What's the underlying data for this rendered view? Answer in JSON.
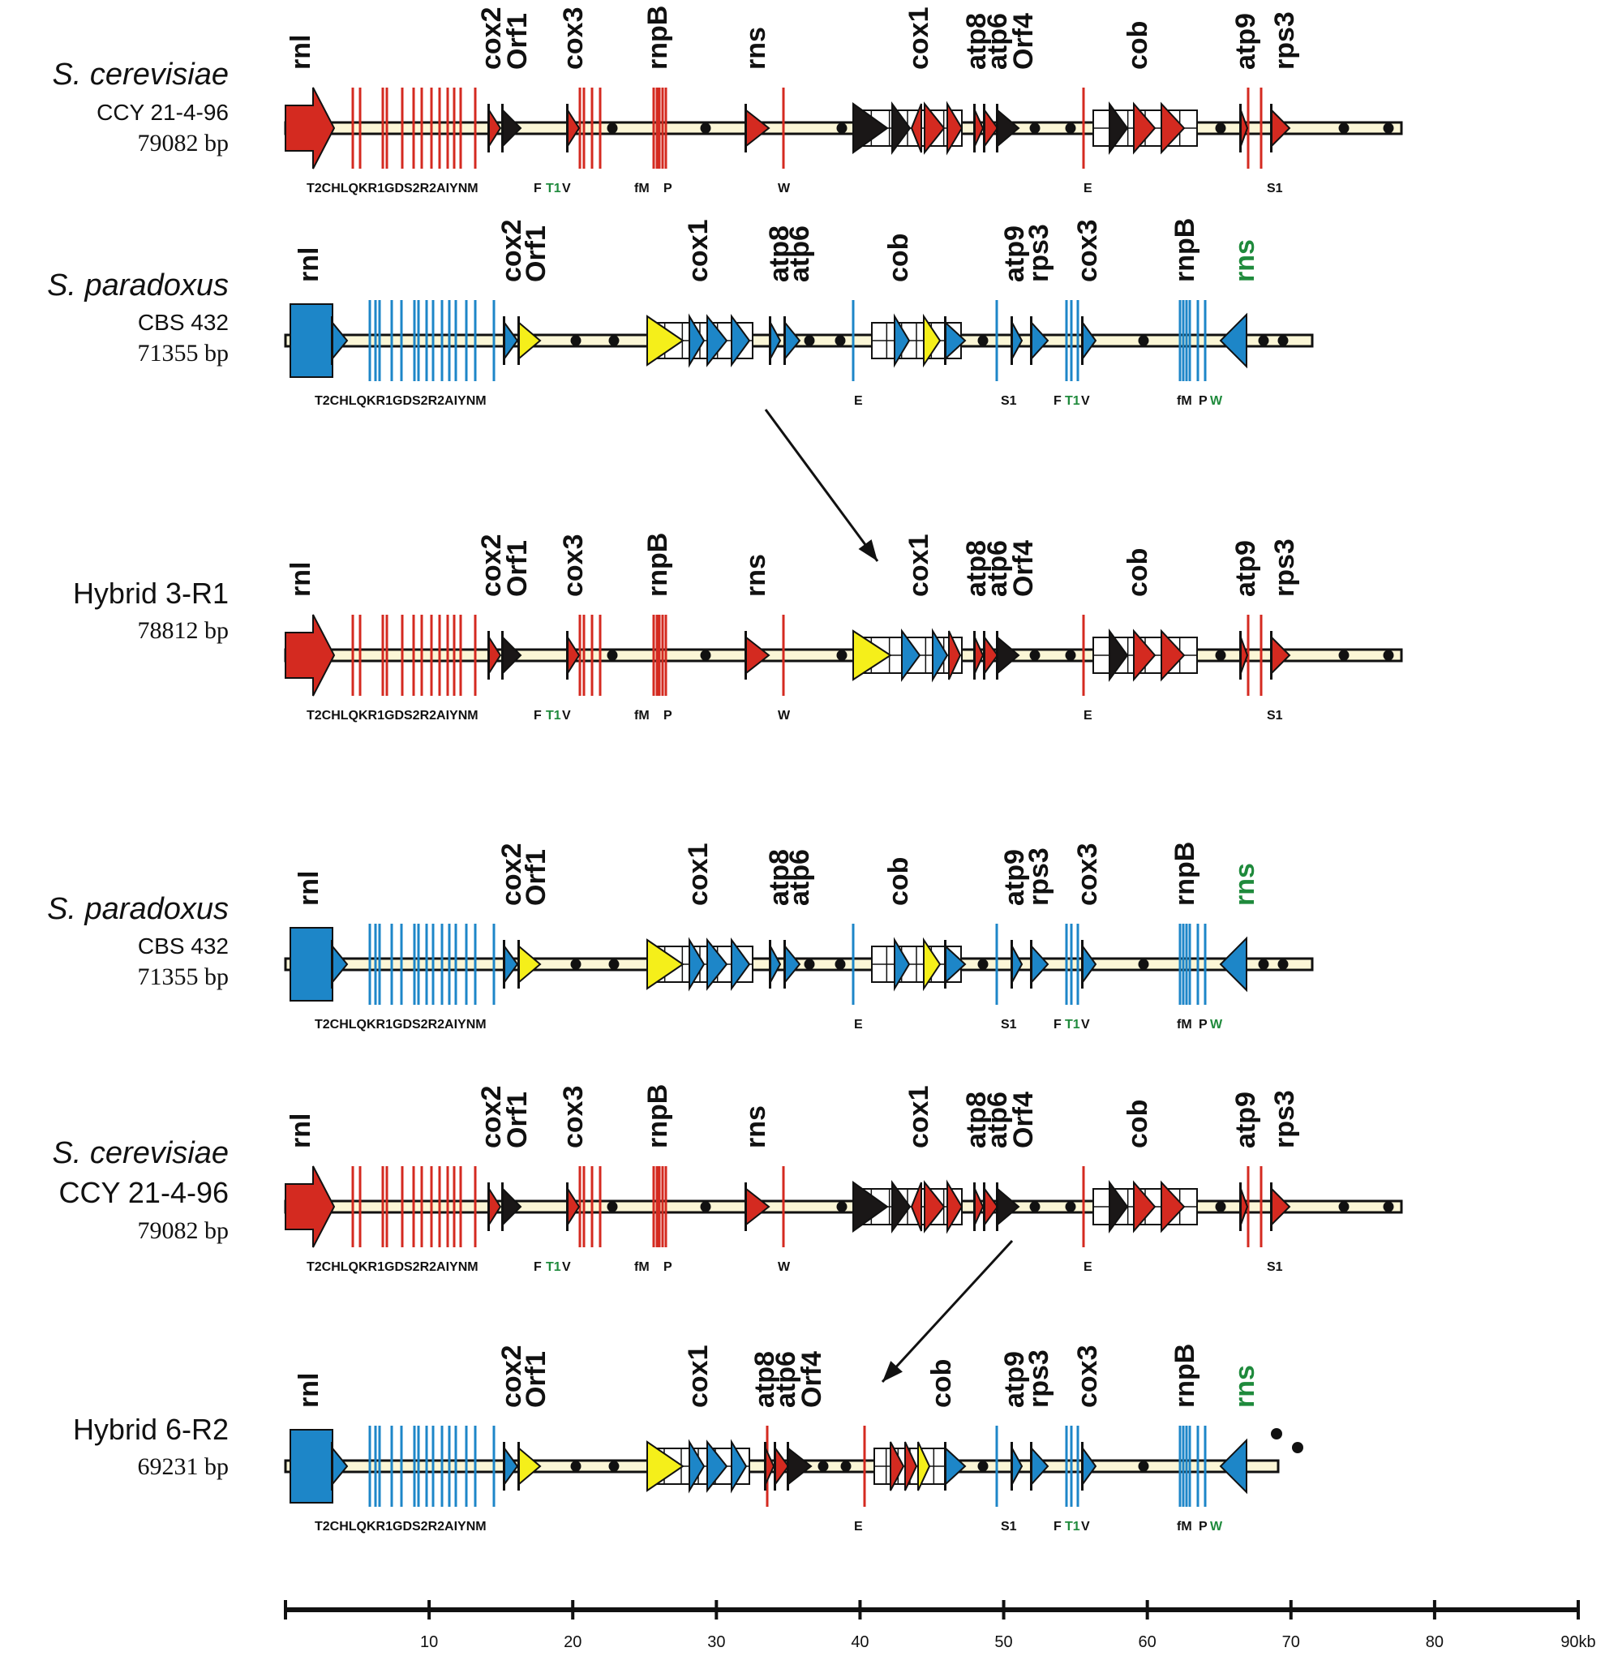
{
  "colors": {
    "cerevisiae": "#d42a20",
    "paradoxus": "#1d86c8",
    "orf_paradoxus": "#f5ef1a",
    "orf_cerevisiae": "#1a1717",
    "backbone": "#fbf6d6",
    "outline": "#111111",
    "trna_green": "#1f8a3c"
  },
  "genomes": [
    {
      "name_lines": [
        "S. cerevisiae",
        "CCY 21-4-96",
        "79082 bp"
      ],
      "name_styles": [
        "italic",
        "sans",
        "serif"
      ],
      "type": "cerevisiae",
      "genes": [
        "rnl",
        "cox2",
        "Orf1",
        "cox3",
        "rnpB",
        "rns",
        "cox1",
        "atp8",
        "atp6",
        "Orf4",
        "cob",
        "atp9",
        "rps3"
      ],
      "trna_labels": [
        "T2CHLQKR1GDS2R2AIYNM",
        "F",
        "T1",
        "V",
        "fM",
        "P",
        "W",
        "E",
        "S1"
      ]
    },
    {
      "name_lines": [
        "S.  paradoxus",
        "CBS 432",
        "71355 bp"
      ],
      "name_styles": [
        "italic",
        "sans",
        "serif"
      ],
      "type": "paradoxus",
      "genes": [
        "rnl",
        "cox2",
        "Orf1",
        "cox1",
        "atp8",
        "atp6",
        "cob",
        "atp9",
        "rps3",
        "cox3",
        "rnpB",
        "rns"
      ],
      "trna_labels": [
        "T2CHLQKR1GDS2R2AIYNM",
        "E",
        "S1",
        "F",
        "T1",
        "V",
        "fM",
        "P",
        "W"
      ]
    },
    {
      "name_lines": [
        "Hybrid 3-R1",
        "78812 bp"
      ],
      "name_styles": [
        "sans",
        "serif"
      ],
      "type": "hybrid31",
      "genes": [
        "rnl",
        "cox2",
        "Orf1",
        "cox3",
        "rnpB",
        "rns",
        "cox1",
        "atp8",
        "atp6",
        "Orf4",
        "cob",
        "atp9",
        "rps3"
      ],
      "trna_labels": [
        "T2CHLQKR1GDS2R2AIYNM",
        "F",
        "T1",
        "V",
        "fM",
        "P",
        "W",
        "E",
        "S1"
      ]
    },
    {
      "name_lines": [
        "S. paradoxus",
        "CBS 432",
        "71355 bp"
      ],
      "name_styles": [
        "italic",
        "sans",
        "serif"
      ],
      "type": "paradoxus",
      "genes": [
        "rnl",
        "cox2",
        "Orf1",
        "cox1",
        "atp8",
        "atp6",
        "cob",
        "atp9",
        "rps3",
        "cox3",
        "rnpB",
        "rns"
      ],
      "trna_labels": [
        "T2CHLQKR1GDS2R2AIYNM",
        "E",
        "S1",
        "F",
        "T1",
        "V",
        "fM",
        "P",
        "W"
      ]
    },
    {
      "name_lines": [
        "S. cerevisiae",
        "CCY 21-4-96",
        "79082 bp"
      ],
      "name_styles": [
        "italic",
        "sans",
        "serif"
      ],
      "type": "cerevisiae",
      "genes": [
        "rnl",
        "cox2",
        "Orf1",
        "cox3",
        "rnpB",
        "rns",
        "cox1",
        "atp8",
        "atp6",
        "Orf4",
        "cob",
        "atp9",
        "rps3"
      ],
      "trna_labels": [
        "T2CHLQKR1GDS2R2AIYNM",
        "F",
        "T1",
        "V",
        "fM",
        "P",
        "W",
        "E",
        "S1"
      ]
    },
    {
      "name_lines": [
        "Hybrid 6-R2",
        "69231 bp"
      ],
      "name_styles": [
        "sans",
        "serif"
      ],
      "type": "hybrid62",
      "genes": [
        "rnl",
        "cox2",
        "Orf1",
        "cox1",
        "atp8",
        "atp6",
        "Orf4",
        "cob",
        "atp9",
        "rps3",
        "cox3",
        "rnpB",
        "rns"
      ],
      "trna_labels": [
        "T2CHLQKR1GDS2R2AIYNM",
        "E",
        "S1",
        "F",
        "T1",
        "V",
        "fM",
        "P",
        "W"
      ]
    }
  ],
  "scale": {
    "ticks": [
      "10",
      "20",
      "30",
      "40",
      "50",
      "60",
      "70",
      "80",
      "90kb"
    ]
  }
}
